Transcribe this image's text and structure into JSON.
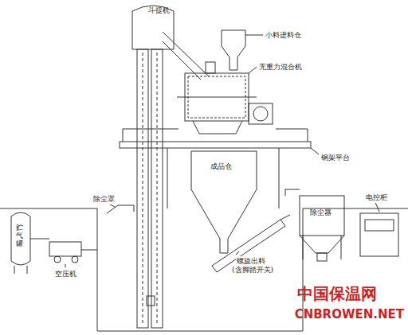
{
  "diagram": {
    "nodes": [
      {
        "text": [
          "斗提机"
        ]
      },
      {
        "text": [
          "成品仓"
        ]
      },
      {
        "text": [
          "除尘器"
        ]
      },
      {
        "text": [
          "贮气罐"
        ]
      }
    ],
    "labels": [
      "小料进料仓",
      "无重力混合机",
      "钢架平台",
      "除尘罩",
      "电控柜",
      "空压机",
      "螺旋出料",
      "(含脚踏开关)",
      "中国保温网",
      "CNBROWEN.NET"
    ]
  }
}
